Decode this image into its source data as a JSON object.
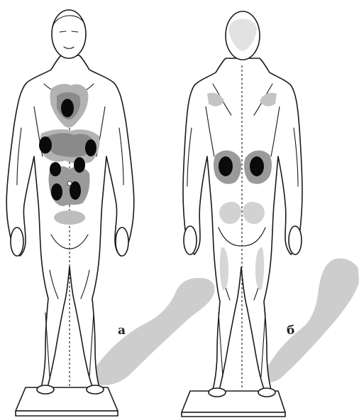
{
  "figure": {
    "panels": [
      {
        "id": "front",
        "label": "а",
        "view": "anterior"
      },
      {
        "id": "back",
        "label": "б",
        "view": "posterior"
      }
    ]
  },
  "colors": {
    "outline": "#1a1a1a",
    "zone_light": "#b3b3b3",
    "zone_mid": "#8a8a8a",
    "zone_dark": "#0a0a0a",
    "shadow": "#c9c9c9",
    "stand": "#ffffff"
  }
}
